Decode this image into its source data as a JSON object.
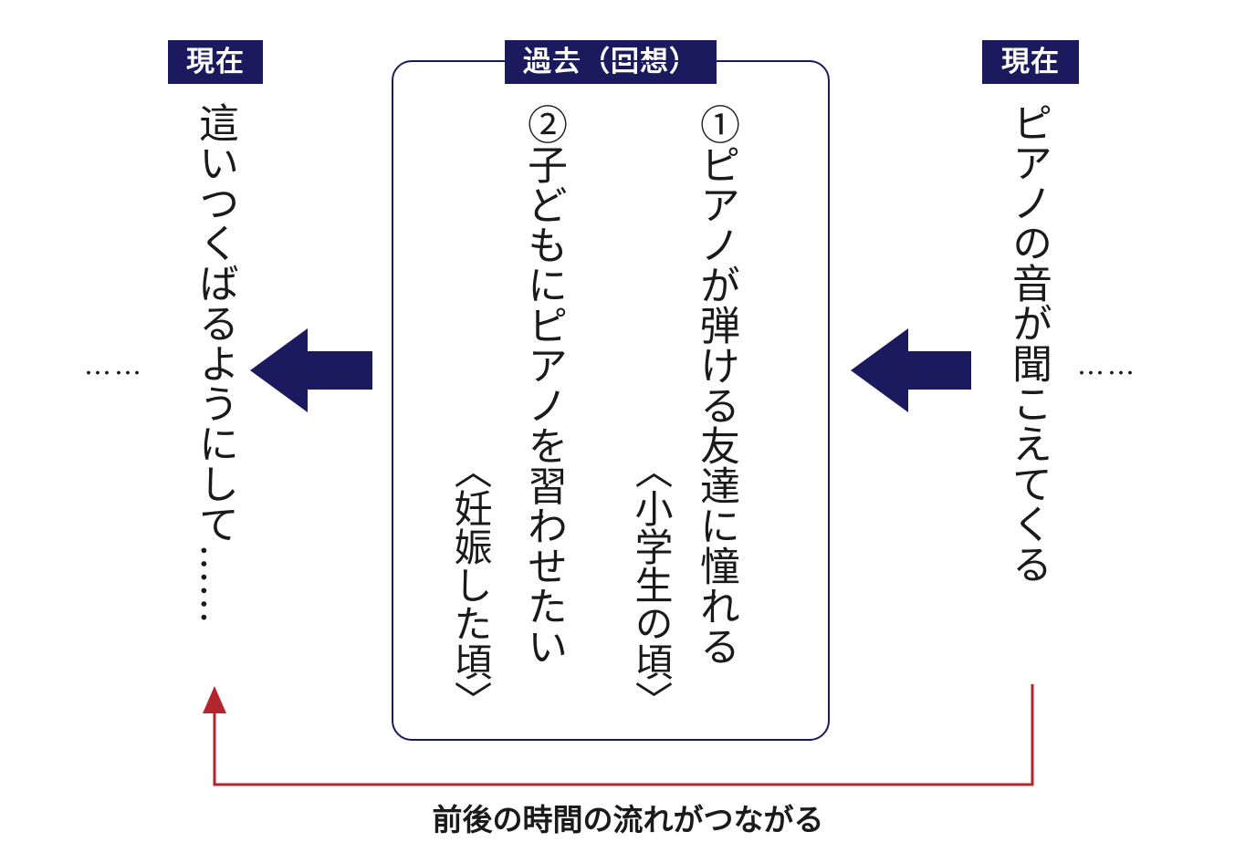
{
  "labels": {
    "present_left": "現在",
    "past": "過去（回想）",
    "present_right": "現在"
  },
  "present_right": {
    "text": "ピアノの音が聞こえてくる",
    "dots": "……"
  },
  "past": {
    "item1": {
      "text": "①ピアノが弾ける友達に憧れる",
      "note": "〈小学生の頃〉"
    },
    "item2": {
      "text": "②子どもにピアノを習わせたい",
      "note": "〈妊娠した頃〉"
    }
  },
  "present_left": {
    "text": "這いつくばるようにして……",
    "dots": "……"
  },
  "caption": "前後の時間の流れがつながる",
  "colors": {
    "navy": "#1c1a5e",
    "red": "#b3262e"
  },
  "icons": [
    "arrow-left-icon",
    "arrow-left-icon",
    "return-arrow-icon"
  ]
}
